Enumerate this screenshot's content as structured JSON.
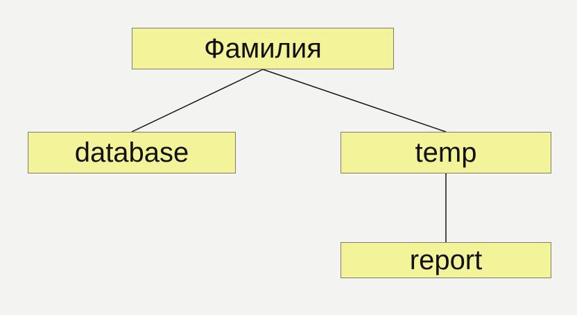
{
  "diagram": {
    "type": "tree",
    "nodes": [
      {
        "id": "root",
        "label": "Фамилия"
      },
      {
        "id": "database",
        "label": "database"
      },
      {
        "id": "temp",
        "label": "temp"
      },
      {
        "id": "report",
        "label": "report"
      }
    ],
    "edges": [
      {
        "from": "root",
        "to": "database"
      },
      {
        "from": "root",
        "to": "temp"
      },
      {
        "from": "temp",
        "to": "report"
      }
    ],
    "colors": {
      "node_fill": "#f3f39a",
      "node_border": "#7d7d6a",
      "edge": "#111111",
      "background": "#f3f3f1"
    }
  }
}
